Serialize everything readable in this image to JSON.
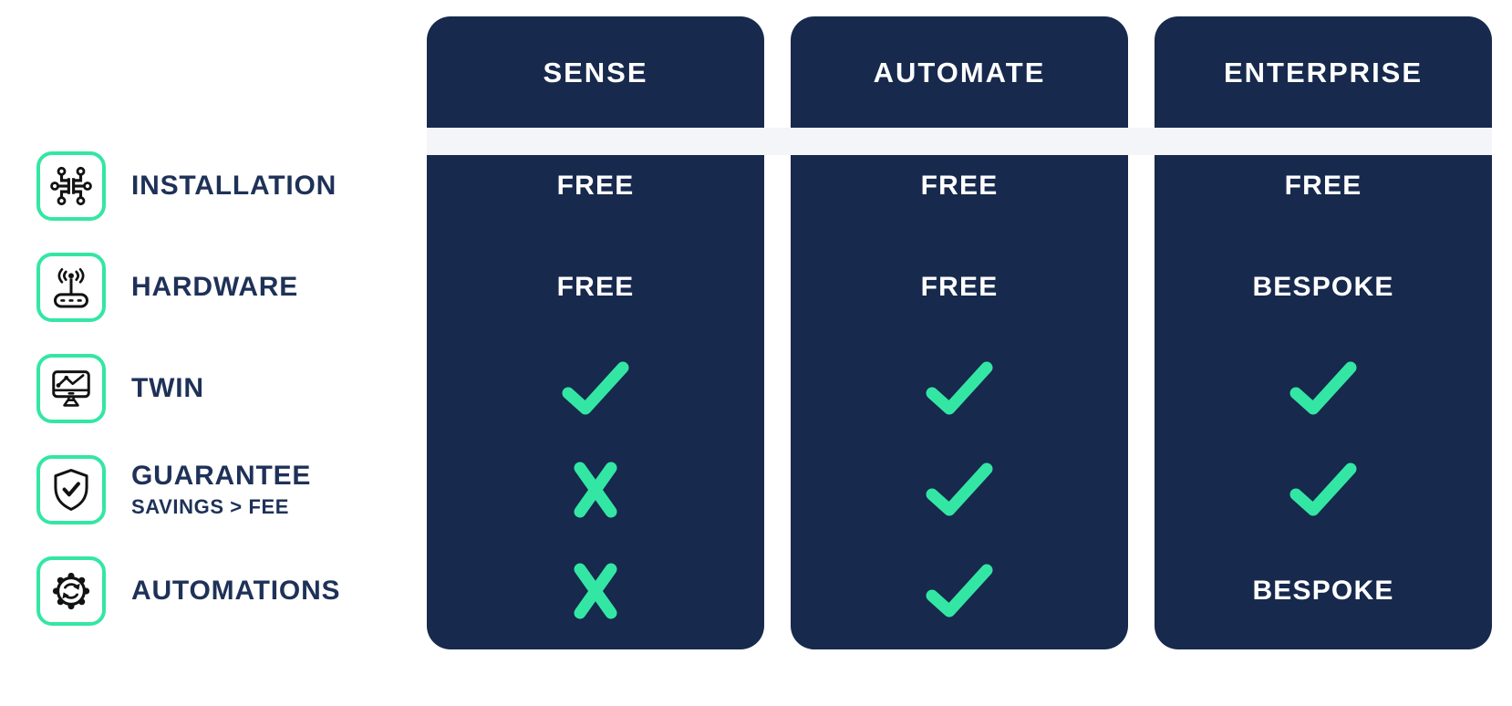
{
  "colors": {
    "navy_column": "#17294D",
    "label_navy": "#1E3158",
    "accent_green": "#34E6A4",
    "band_gray": "#F4F5F8",
    "icon_black": "#121212",
    "value_white": "#FFFFFF"
  },
  "features": [
    {
      "label": "INSTALLATION",
      "icon": "circuit-nodes-icon"
    },
    {
      "label": "HARDWARE",
      "icon": "router-antenna-icon"
    },
    {
      "label": "TWIN",
      "icon": "monitor-graph-icon"
    },
    {
      "label": "GUARANTEE",
      "sub": "SAVINGS > FEE",
      "icon": "shield-check-icon"
    },
    {
      "label": "AUTOMATIONS",
      "icon": "gear-sync-icon"
    }
  ],
  "plans": [
    {
      "name": "SENSE",
      "values": [
        {
          "type": "text",
          "text": "FREE"
        },
        {
          "type": "text",
          "text": "FREE"
        },
        {
          "type": "check",
          "icon": "check-icon"
        },
        {
          "type": "cross",
          "icon": "cross-icon"
        },
        {
          "type": "cross",
          "icon": "cross-icon"
        }
      ]
    },
    {
      "name": "AUTOMATE",
      "values": [
        {
          "type": "text",
          "text": "FREE"
        },
        {
          "type": "text",
          "text": "FREE"
        },
        {
          "type": "check",
          "icon": "check-icon"
        },
        {
          "type": "check",
          "icon": "check-icon"
        },
        {
          "type": "check",
          "icon": "check-icon"
        }
      ]
    },
    {
      "name": "ENTERPRISE",
      "values": [
        {
          "type": "text",
          "text": "FREE"
        },
        {
          "type": "text",
          "text": "BESPOKE"
        },
        {
          "type": "check",
          "icon": "check-icon"
        },
        {
          "type": "check",
          "icon": "check-icon"
        },
        {
          "type": "text",
          "text": "BESPOKE"
        }
      ]
    }
  ],
  "chart_data": {
    "type": "table",
    "title": "",
    "columns": [
      "SENSE",
      "AUTOMATE",
      "ENTERPRISE"
    ],
    "rows": [
      "INSTALLATION",
      "HARDWARE",
      "TWIN",
      "GUARANTEE (SAVINGS > FEE)",
      "AUTOMATIONS"
    ],
    "cells": [
      [
        "FREE",
        "FREE",
        "FREE"
      ],
      [
        "FREE",
        "FREE",
        "BESPOKE"
      ],
      [
        "✓",
        "✓",
        "✓"
      ],
      [
        "✗",
        "✓",
        "✓"
      ],
      [
        "✗",
        "✓",
        "BESPOKE"
      ]
    ],
    "legend_position": "none",
    "grid": false
  }
}
